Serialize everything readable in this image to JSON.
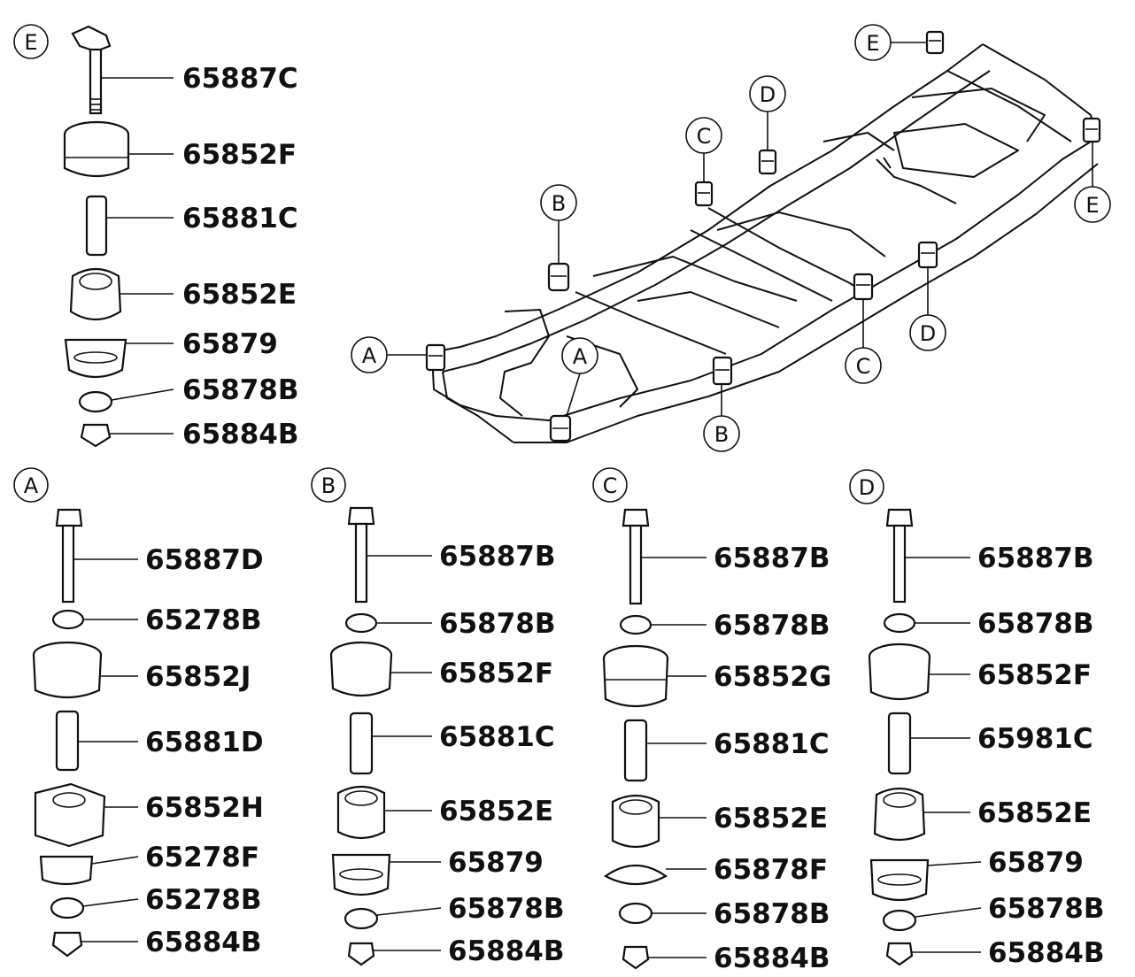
{
  "chart_data": {
    "type": "table",
    "callout_letters": [
      "E",
      "D",
      "C",
      "B",
      "A",
      "E",
      "D",
      "C",
      "B",
      "A"
    ],
    "groups": [
      {
        "id": "E",
        "parts": [
          "65887C",
          "65852F",
          "65881C",
          "65852E",
          "65879",
          "65878B",
          "65884B"
        ]
      },
      {
        "id": "A",
        "parts": [
          "65887D",
          "65278B",
          "65852J",
          "65881D",
          "65852H",
          "65278F",
          "65278B",
          "65884B"
        ]
      },
      {
        "id": "B",
        "parts": [
          "65887B",
          "65878B",
          "65852F",
          "65881C",
          "65852E",
          "65879",
          "65878B",
          "65884B"
        ]
      },
      {
        "id": "C",
        "parts": [
          "65887B",
          "65878B",
          "65852G",
          "65881C",
          "65852E",
          "65878F",
          "65878B",
          "65884B"
        ]
      },
      {
        "id": "D",
        "parts": [
          "65887B",
          "65878B",
          "65852F",
          "65981C",
          "65852E",
          "65879",
          "65878B",
          "65884B"
        ]
      }
    ]
  }
}
